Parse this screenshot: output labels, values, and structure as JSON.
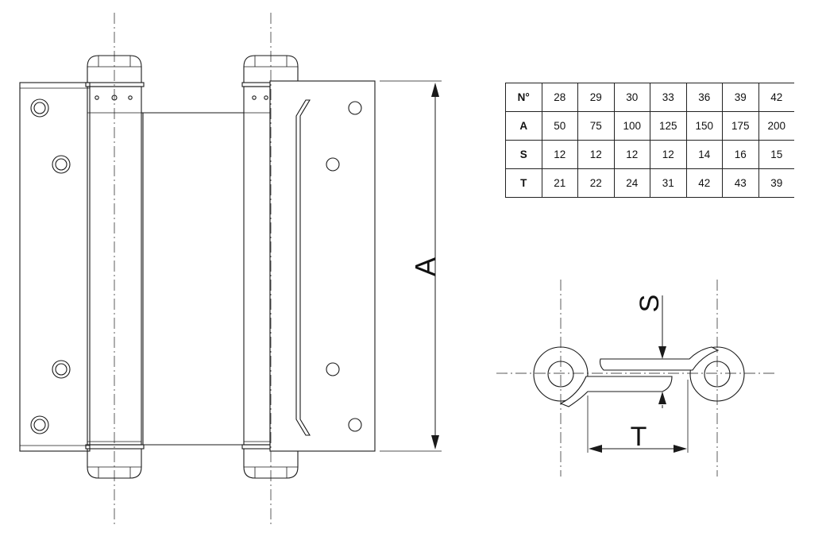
{
  "table": {
    "rows": [
      {
        "label": "N°",
        "values": [
          "28",
          "29",
          "30",
          "33",
          "36",
          "39",
          "42"
        ]
      },
      {
        "label": "A",
        "values": [
          "50",
          "75",
          "100",
          "125",
          "150",
          "175",
          "200"
        ]
      },
      {
        "label": "S",
        "values": [
          "12",
          "12",
          "12",
          "12",
          "14",
          "16",
          "15"
        ]
      },
      {
        "label": "T",
        "values": [
          "21",
          "22",
          "24",
          "31",
          "42",
          "43",
          "39"
        ]
      }
    ]
  },
  "dimensions": {
    "height_label": "A",
    "thickness_label": "S",
    "width_label": "T"
  }
}
